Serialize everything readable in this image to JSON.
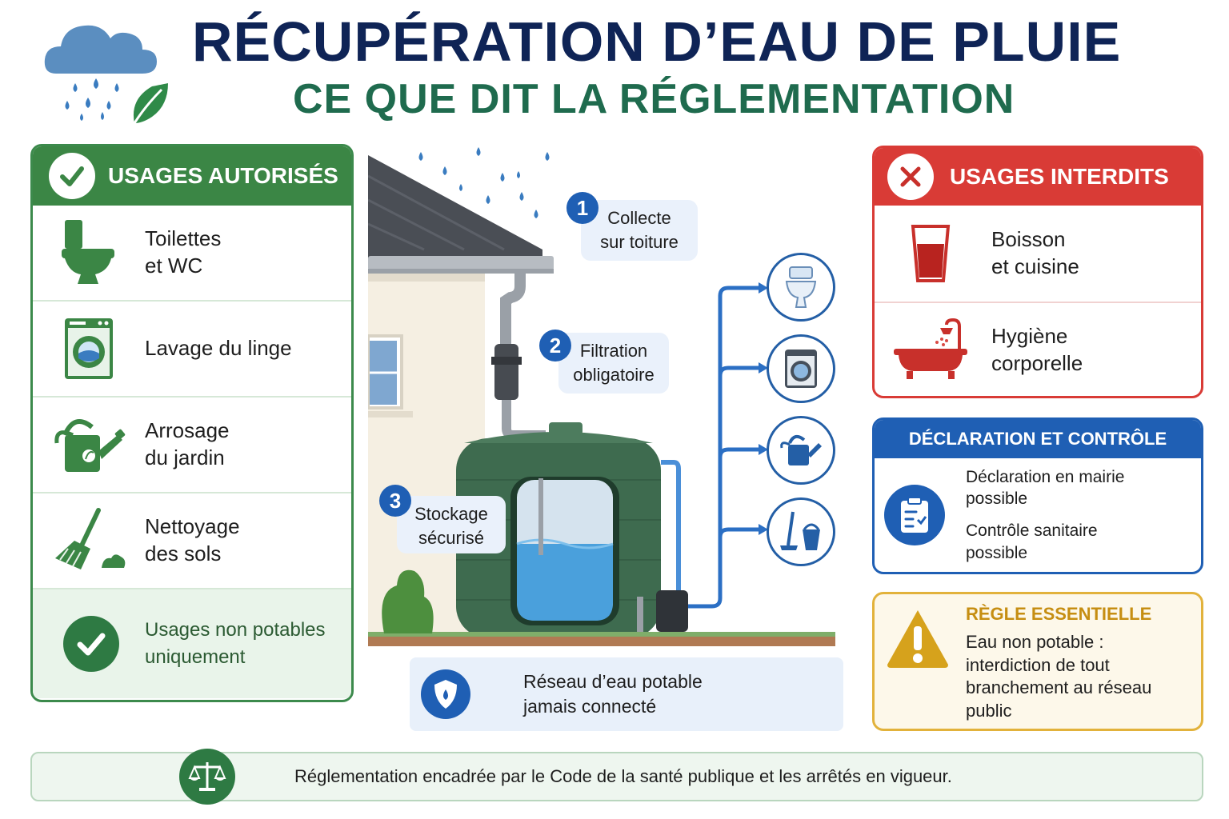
{
  "header": {
    "title": "RÉCUPÉRATION D’EAU DE PLUIE",
    "subtitle": "CE QUE DIT LA RÉGLEMENTATION",
    "icon": "rain-cloud-leaf-icon"
  },
  "authorized": {
    "title": "USAGES AUTORISÉS",
    "items": [
      {
        "label": "Toilettes\net WC",
        "icon": "toilet-icon"
      },
      {
        "label": "Lavage du linge",
        "icon": "washing-machine-icon"
      },
      {
        "label": "Arrosage\ndu jardin",
        "icon": "watering-can-icon"
      },
      {
        "label": "Nettoyage\ndes sols",
        "icon": "broom-icon"
      }
    ],
    "footer": "Usages non potables\nuniquement"
  },
  "diagram": {
    "steps": [
      {
        "number": "1",
        "label": "Collecte\nsur toiture"
      },
      {
        "number": "2",
        "label": "Filtration\nobligatoire"
      },
      {
        "number": "3",
        "label": "Stockage\nsécurisé"
      }
    ],
    "uses": [
      "toilet-icon",
      "washing-machine-icon",
      "watering-can-icon",
      "mop-bucket-icon"
    ],
    "network": "Réseau d’eau potable\njamais connecté"
  },
  "forbidden": {
    "title": "USAGES INTERDITS",
    "items": [
      {
        "label": "Boisson\net cuisine",
        "icon": "glass-icon"
      },
      {
        "label": "Hygiène\ncorporelle",
        "icon": "bathtub-icon"
      }
    ]
  },
  "declaration": {
    "title": "DÉCLARATION ET CONTRÔLE",
    "lines": [
      "Déclaration en mairie\npossible",
      "Contrôle sanitaire\npossible"
    ]
  },
  "rule": {
    "title": "RÈGLE ESSENTIELLE",
    "body": "Eau non potable :\ninterdiction de tout\nbranchement au réseau\npublic"
  },
  "footer": "Réglementation encadrée par le Code de la santé publique et les arrêtés en vigueur.",
  "colors": {
    "navy": "#0f2456",
    "green": "#3b8645",
    "red": "#d93b36",
    "blue": "#1f5fb4",
    "yellow": "#e2b23b"
  }
}
